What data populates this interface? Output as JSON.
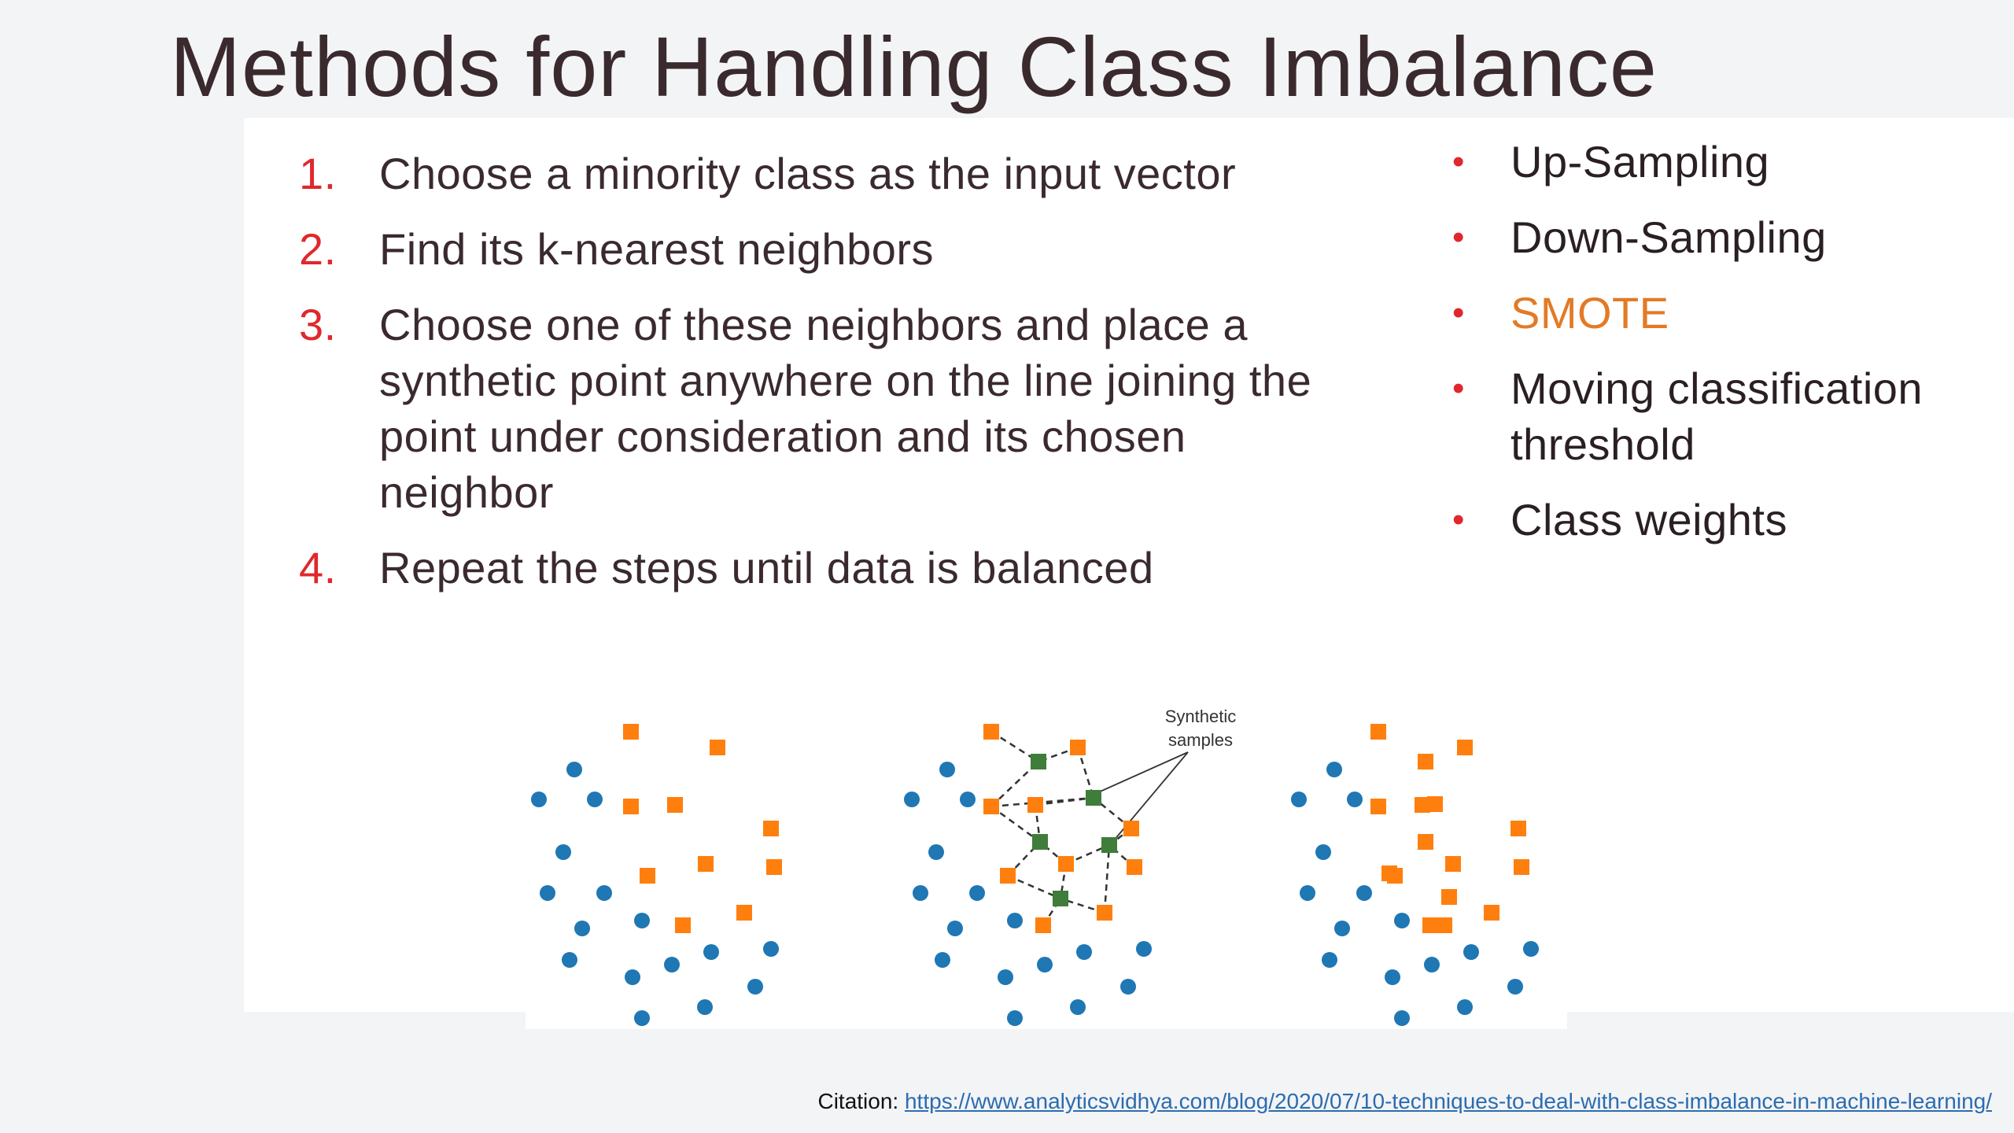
{
  "slide": {
    "title": "Methods for Handling Class Imbalance"
  },
  "steps": [
    {
      "number": "1.",
      "text": "Choose a minority class as the input vector"
    },
    {
      "number": "2.",
      "text": "Find its k-nearest neighbors"
    },
    {
      "number": "3.",
      "text": "Choose one of these neighbors and place a synthetic point anywhere on the line joining the point under consideration and its chosen neighbor"
    },
    {
      "number": "4.",
      "text": "Repeat the steps until data is balanced"
    }
  ],
  "methods": [
    {
      "bullet": "•",
      "text": "Up-Sampling",
      "highlight": false
    },
    {
      "bullet": "•",
      "text": "Down-Sampling",
      "highlight": false
    },
    {
      "bullet": "•",
      "text": "SMOTE",
      "highlight": true
    },
    {
      "bullet": "•",
      "text": "Moving classification threshold",
      "highlight": false
    },
    {
      "bullet": "•",
      "text": "Class weights",
      "highlight": false
    }
  ],
  "figure": {
    "annotation_line1": "Synthetic",
    "annotation_line2": "samples",
    "colors": {
      "majority": "#1f77b4",
      "minority": "#ff7f0e",
      "synthetic": "#3f7d3a"
    },
    "icons": {
      "majority": "blue-circle",
      "minority": "orange-square",
      "synthetic": "green-square"
    }
  },
  "citation": {
    "label": "Citation: ",
    "url": "https://www.analyticsvidhya.com/blog/2020/07/10-techniques-to-deal-with-class-imbalance-in-machine-learning/"
  }
}
